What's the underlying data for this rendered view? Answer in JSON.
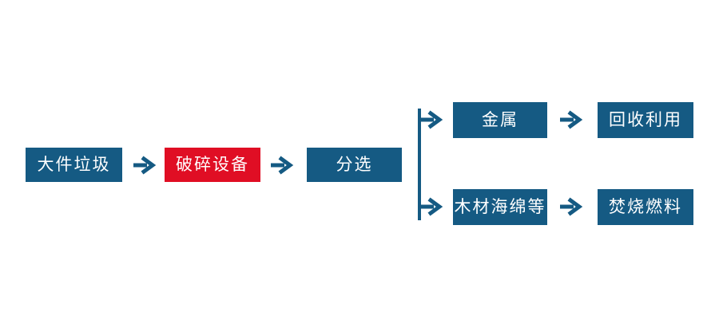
{
  "diagram_type": "flowchart",
  "nodes": {
    "bulky_waste": "大件垃圾",
    "crushing_equipment": "破碎设备",
    "sorting": "分选",
    "metal": "金属",
    "recycling": "回收利用",
    "wood_sponge": "木材海绵等",
    "incineration_fuel": "焚烧燃料"
  },
  "edges": [
    {
      "from": "bulky_waste",
      "to": "crushing_equipment",
      "icon": "right-arrow-icon"
    },
    {
      "from": "crushing_equipment",
      "to": "sorting",
      "icon": "right-arrow-icon"
    },
    {
      "from": "sorting",
      "to": "metal",
      "icon": "branch-right-arrow-icon"
    },
    {
      "from": "sorting",
      "to": "wood_sponge",
      "icon": "branch-right-arrow-icon"
    },
    {
      "from": "metal",
      "to": "recycling",
      "icon": "right-arrow-icon"
    },
    {
      "from": "wood_sponge",
      "to": "incineration_fuel",
      "icon": "right-arrow-icon"
    }
  ],
  "colors": {
    "node_blue": "#155a83",
    "node_red": "#e00e24",
    "arrow_blue": "#155a83",
    "text": "#ffffff",
    "background": "#ffffff"
  }
}
